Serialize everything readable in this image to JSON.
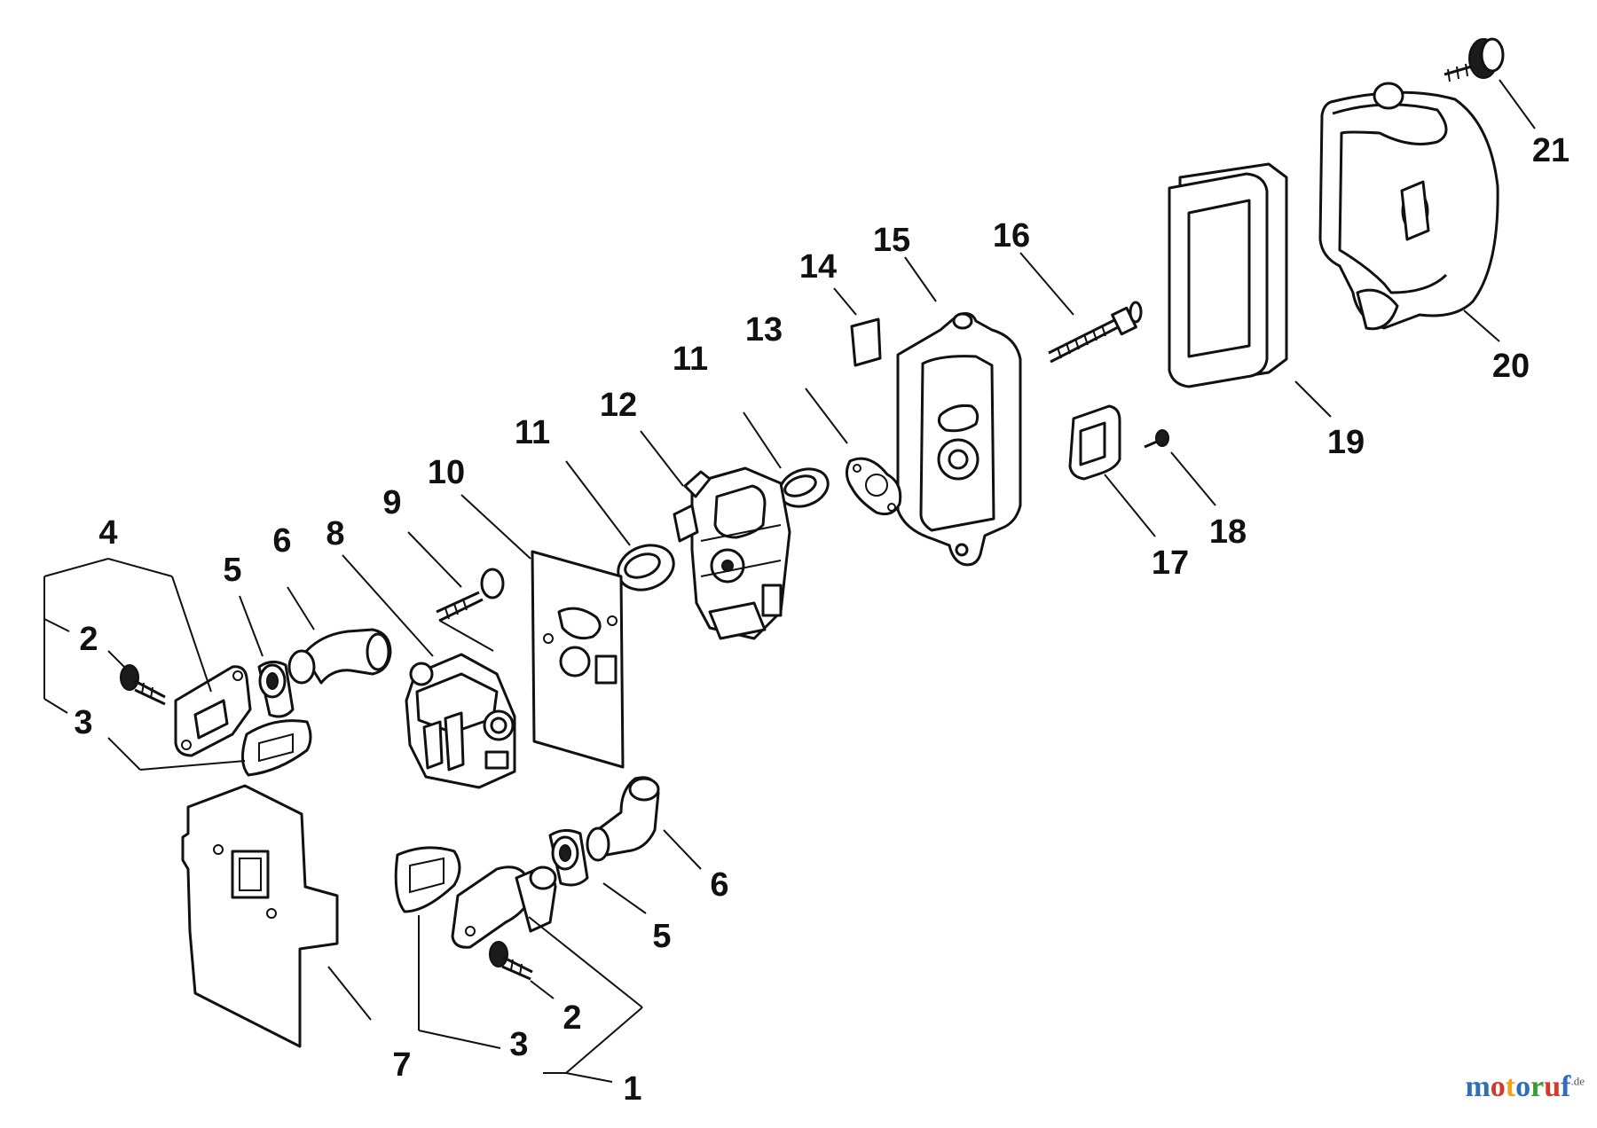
{
  "diagram": {
    "callouts": {
      "c1": "1",
      "c2a": "2",
      "c2b": "2",
      "c3a": "3",
      "c3b": "3",
      "c4": "4",
      "c5a": "5",
      "c5b": "5",
      "c6a": "6",
      "c6b": "6",
      "c7": "7",
      "c8": "8",
      "c9": "9",
      "c10": "10",
      "c11a": "11",
      "c11b": "11",
      "c12": "12",
      "c13": "13",
      "c14": "14",
      "c15": "15",
      "c16": "16",
      "c17": "17",
      "c18": "18",
      "c19": "19",
      "c20": "20",
      "c21": "21"
    }
  },
  "watermark": {
    "text": "motoruf",
    "suffix": ".de",
    "colors": [
      "#2e6fb5",
      "#d23b2c",
      "#f2a31b",
      "#2e6fb5",
      "#3a9a3a",
      "#d23b2c",
      "#2e6fb5"
    ]
  }
}
